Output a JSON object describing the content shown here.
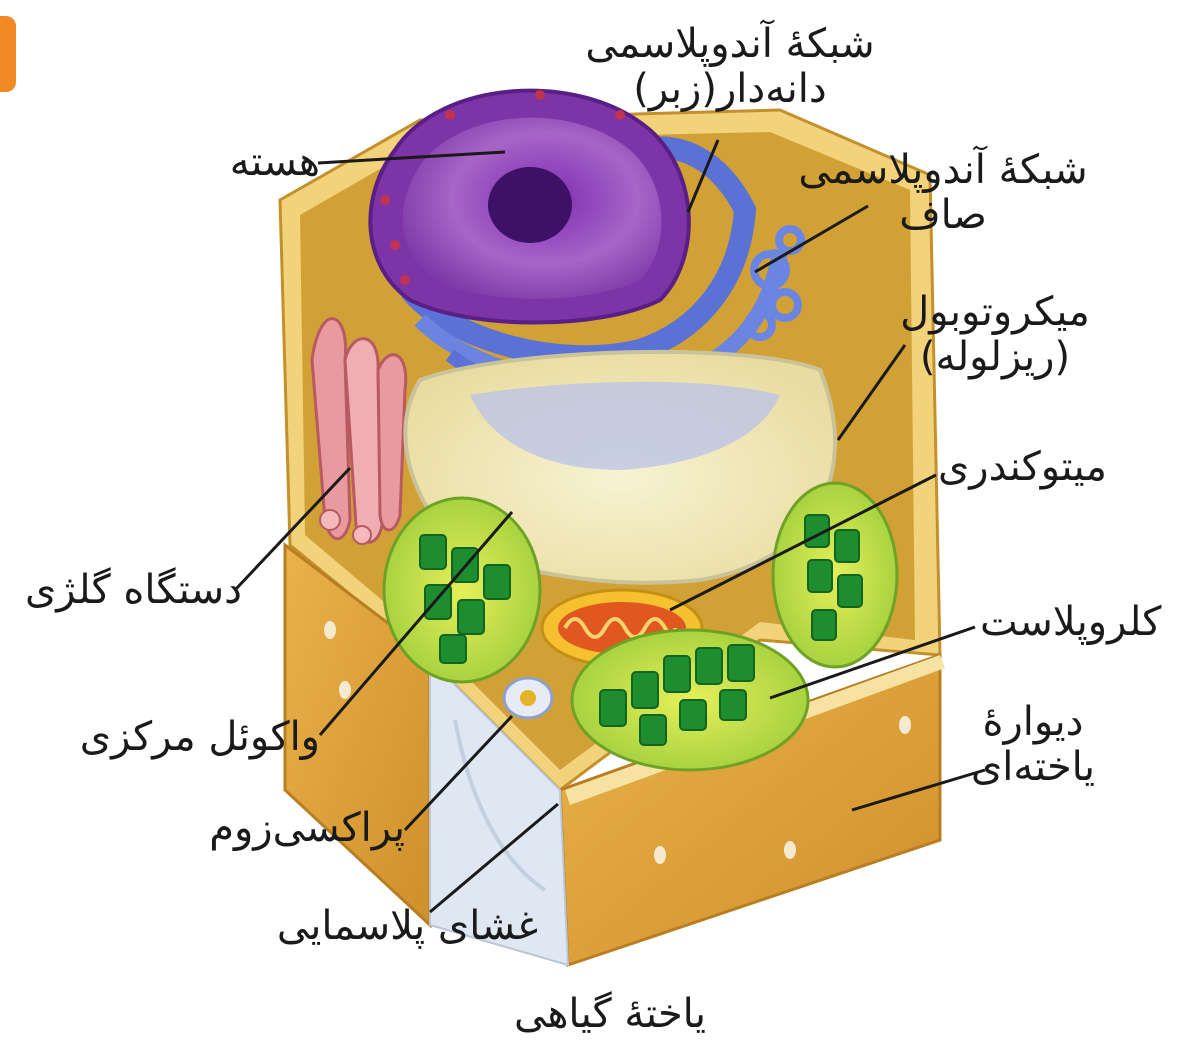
{
  "diagram": {
    "caption": "یاختهٔ گیاهی",
    "labels": {
      "rough_er": [
        "شبکهٔ آندوپلاسمی",
        "دانه‌دار(زبر)"
      ],
      "nucleus": "هسته",
      "smooth_er": [
        "شبکهٔ آندوپلاسمی",
        "صاف"
      ],
      "microtubule": [
        "میکروتوبول",
        "(ریزلوله)"
      ],
      "mitochondrion": "میتوکندری",
      "golgi": "دستگاه گلژی",
      "chloroplast": "کلروپلاست",
      "cell_wall": [
        "دیوارهٔ",
        "یاخته‌ای"
      ],
      "central_vacuole": "واکوئل مرکزی",
      "peroxisome": "پراکسی‌زوم",
      "plasma_membrane": "غشای پلاسمایی"
    },
    "colors": {
      "accent_tab": "#f08a24",
      "cell_wall": "#e2ac3c",
      "cytoplasm": "#c99a2e",
      "nucleus": "#8c3fb0",
      "endoplasmic_reticulum": "#5a72d6",
      "golgi": "#e48a90",
      "vacuole": "#f3eebc",
      "chloroplast": "#2aa33a",
      "mitochondrion": "#e0571f"
    }
  }
}
